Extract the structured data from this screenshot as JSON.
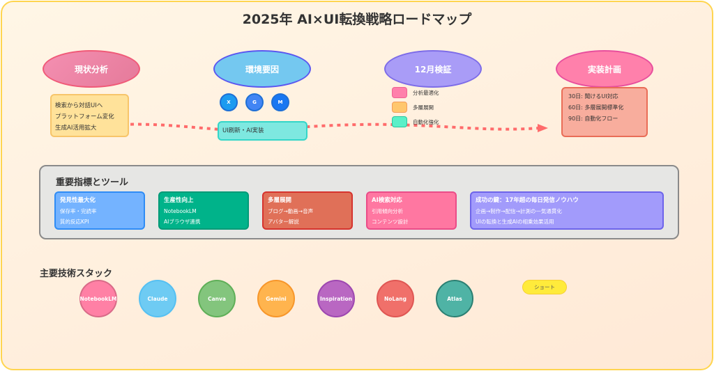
{
  "title": "2025年 AI×UI転換戦略ロードマップ",
  "stages": [
    {
      "label": "現状分析",
      "items": [
        "検索から対話UIへ",
        "プラットフォーム変化",
        "生成AI活用拡大"
      ]
    },
    {
      "label": "環境要因",
      "social_icons": [
        "X",
        "G",
        "M"
      ],
      "items": [
        "UI刷新・AI実装"
      ]
    },
    {
      "label": "12月検証",
      "legend": [
        {
          "label": "分析最適化",
          "color": "#ff80ab"
        },
        {
          "label": "多層展開",
          "color": "#ffc76e"
        },
        {
          "label": "自動化強化",
          "color": "#5af0c8"
        }
      ]
    },
    {
      "label": "実装計画",
      "items": [
        "30日: 聞けるUI対応",
        "60日: 多層展開標準化",
        "90日: 自動化フロー"
      ]
    }
  ],
  "metrics_panel": {
    "title": "重要指標とツール",
    "cards": [
      {
        "heading": "発見性最大化",
        "lines": [
          "保存率・完読率",
          "質的反応KPI"
        ]
      },
      {
        "heading": "生産性向上",
        "lines": [
          "NotebookLM",
          "AIブラウザ連携"
        ]
      },
      {
        "heading": "多層展開",
        "lines": [
          "ブログ→動画→音声",
          "アバター解説"
        ]
      },
      {
        "heading": "AI検索対応",
        "lines": [
          "引用傾向分析",
          "コンテンツ設計"
        ]
      },
      {
        "heading": "成功の鍵：17年超の毎日発信ノウハウ",
        "lines": [
          "企画→制作→配信→計測の一気通貫化",
          "UIの転換と生成AIの相乗効果活用"
        ]
      }
    ]
  },
  "tech_stack": {
    "title": "主要技術スタック",
    "items": [
      "NotebookLM",
      "Claude",
      "Canva",
      "Gemini",
      "Inspiration",
      "NoLang",
      "Atlas"
    ],
    "badge": "ショート"
  }
}
